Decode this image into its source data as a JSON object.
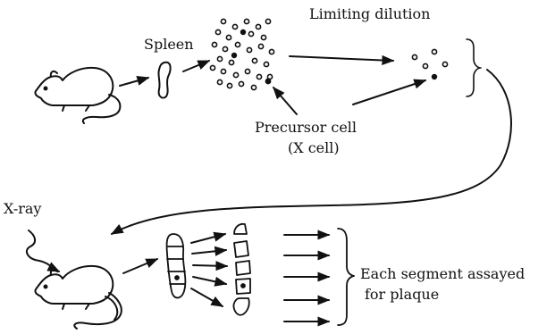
{
  "labels": {
    "spleen": "Spleen",
    "limiting_dilution": "Limiting dilution",
    "precursor_cell": "Precursor cell",
    "x_cell": "(X cell)",
    "x_ray": "X-ray",
    "assay_line1": "Each segment assayed",
    "assay_line2": "for plaque"
  },
  "colors": {
    "ink": "#111111",
    "background": "#ffffff"
  }
}
